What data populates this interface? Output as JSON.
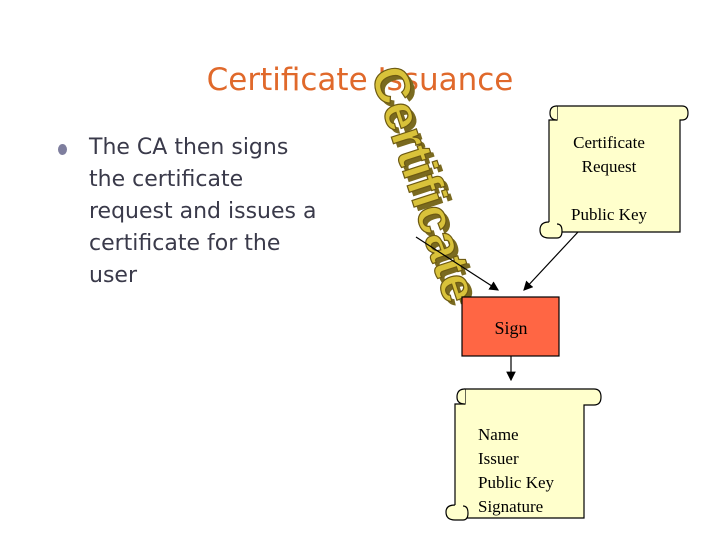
{
  "slide": {
    "title": "Certificate Issuance",
    "bullet": "The CA then signs\nthe certificate\nrequest and issues a\ncertificate for the\nuser"
  },
  "diagram": {
    "logo_text": "Certificate",
    "request_scroll": {
      "line1": "Certificate",
      "line2": "Request",
      "line3": "Public Key"
    },
    "sign_box": {
      "label": "Sign"
    },
    "cert_scroll": {
      "line1": "Name",
      "line2": "Issuer",
      "line3": "Public Key",
      "line4": "Signature"
    }
  },
  "colors": {
    "title": "#e0692b",
    "scroll_fill": "#ffffcc",
    "sign_fill": "#ff6644",
    "logo_fill": "#d9c23a",
    "bullet": "#7e7e9e"
  }
}
